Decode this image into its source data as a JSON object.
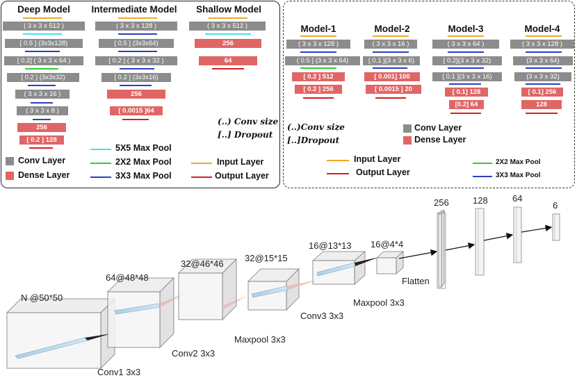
{
  "left_panel": {
    "columns": [
      {
        "title": "Deep Model",
        "layers": [
          {
            "label": "( 3 x 3 x 512 )",
            "kind": "conv"
          },
          {
            "label": "[ 0.5 ] (3x3x128)",
            "kind": "conv"
          },
          {
            "label": "[ 0.2] ( 3 x 3 x 64 )",
            "kind": "conv"
          },
          {
            "label": "[ 0.2 ] (3x3x32)",
            "kind": "conv"
          },
          {
            "label": "( 3 x 3 x 16 )",
            "kind": "conv"
          },
          {
            "label": "( 3 x 3 x 8 )",
            "kind": "conv"
          },
          {
            "label": "256",
            "kind": "dense"
          },
          {
            "label": "[ 0.2 ] 128",
            "kind": "dense"
          }
        ]
      },
      {
        "title": "Intermediate Model",
        "layers": [
          {
            "label": "( 3 x 3 x 128 )",
            "kind": "conv"
          },
          {
            "label": "[ 0.5 ] (3x3x64)",
            "kind": "conv"
          },
          {
            "label": "[ 0.2 ] ( 3 x 3 x 32 )",
            "kind": "conv"
          },
          {
            "label": "[ 0.2 ] (3x3x16)",
            "kind": "conv"
          },
          {
            "label": "256",
            "kind": "dense"
          },
          {
            "label": "[ 0.0015 ]64",
            "kind": "dense"
          }
        ]
      },
      {
        "title": "Shallow Model",
        "layers": [
          {
            "label": "( 3 x 3 x 512 )",
            "kind": "conv"
          },
          {
            "label": "256",
            "kind": "dense"
          },
          {
            "label": "64",
            "kind": "dense"
          }
        ]
      }
    ],
    "notes": {
      "conv_size": "(..) Conv size",
      "dropout": "[..] Dropout"
    },
    "legend": {
      "conv": "Conv Layer",
      "dense": "Dense Layer",
      "pool5": "5X5 Max Pool",
      "pool2": "2X2 Max Pool",
      "pool3": "3X3 Max Pool",
      "input": "Input Layer",
      "output": "Output Layer"
    }
  },
  "right_panel": {
    "columns": [
      {
        "title": "Model-1",
        "layers": [
          {
            "label": "( 3 x 3 x 128 )",
            "kind": "conv"
          },
          {
            "label": "( 0.5 ] (3 x 3 x 64)",
            "kind": "conv"
          },
          {
            "label": "[ 0.2 ]  512",
            "kind": "dense"
          },
          {
            "label": "[ 0.2 ]  256",
            "kind": "dense"
          }
        ]
      },
      {
        "title": "Model-2",
        "layers": [
          {
            "label": "( 3 x 3 x 16 )",
            "kind": "conv"
          },
          {
            "label": "[ 0.1 ](3 x 3 x 6)",
            "kind": "conv"
          },
          {
            "label": "[ 0.001] 100",
            "kind": "dense"
          },
          {
            "label": "[ 0.0015 ] 20",
            "kind": "dense"
          }
        ]
      },
      {
        "title": "Model-3",
        "layers": [
          {
            "label": "( 3 x 3 x 64 )",
            "kind": "conv"
          },
          {
            "label": "[ 0.2](3 x 3 x 32)",
            "kind": "conv"
          },
          {
            "label": "[ 0.1 ](3 x 3 x 16)",
            "kind": "conv"
          },
          {
            "label": "[ 0.1] 128",
            "kind": "dense"
          },
          {
            "label": "[0.2] 64",
            "kind": "dense"
          }
        ]
      },
      {
        "title": "Model-4",
        "layers": [
          {
            "label": "( 3 x 3 x 128 )",
            "kind": "conv"
          },
          {
            "label": "(3 x 3 x 64)",
            "kind": "conv"
          },
          {
            "label": "(3 x 3 x 32)",
            "kind": "conv"
          },
          {
            "label": "[ 0.1] 256",
            "kind": "dense"
          },
          {
            "label": "128",
            "kind": "dense"
          }
        ]
      }
    ],
    "notes": {
      "conv_size": "(..)Conv size",
      "dropout": "[..]Dropout"
    },
    "legend": {
      "conv": "Conv Layer",
      "dense": "Dense Layer",
      "input": "Input Layer",
      "output": "Output Layer",
      "pool2": "2X2 Max Pool",
      "pool3": "3X3 Max Pool"
    }
  },
  "architecture": {
    "blocks": [
      {
        "dims": "N @50*50",
        "caption": "Conv1 3x3"
      },
      {
        "dims": "64@48*48",
        "caption": "Conv2 3x3"
      },
      {
        "dims": "32@46*46",
        "caption": "Maxpool 3x3"
      },
      {
        "dims": "32@15*15",
        "caption": "Conv3 3x3"
      },
      {
        "dims": "16@13*13",
        "caption": "Maxpool 3x3"
      },
      {
        "dims": "16@4*4",
        "caption": "Flatten"
      }
    ],
    "dense": [
      "256",
      "128",
      "64",
      "6"
    ]
  },
  "colors": {
    "conv": "#8c8c8c",
    "dense": "#e06666",
    "input": "#f5a623",
    "output": "#d81f1f",
    "pool5": "#3fe3e8",
    "pool2": "#33cc33",
    "pool3": "#2a3fbf"
  }
}
